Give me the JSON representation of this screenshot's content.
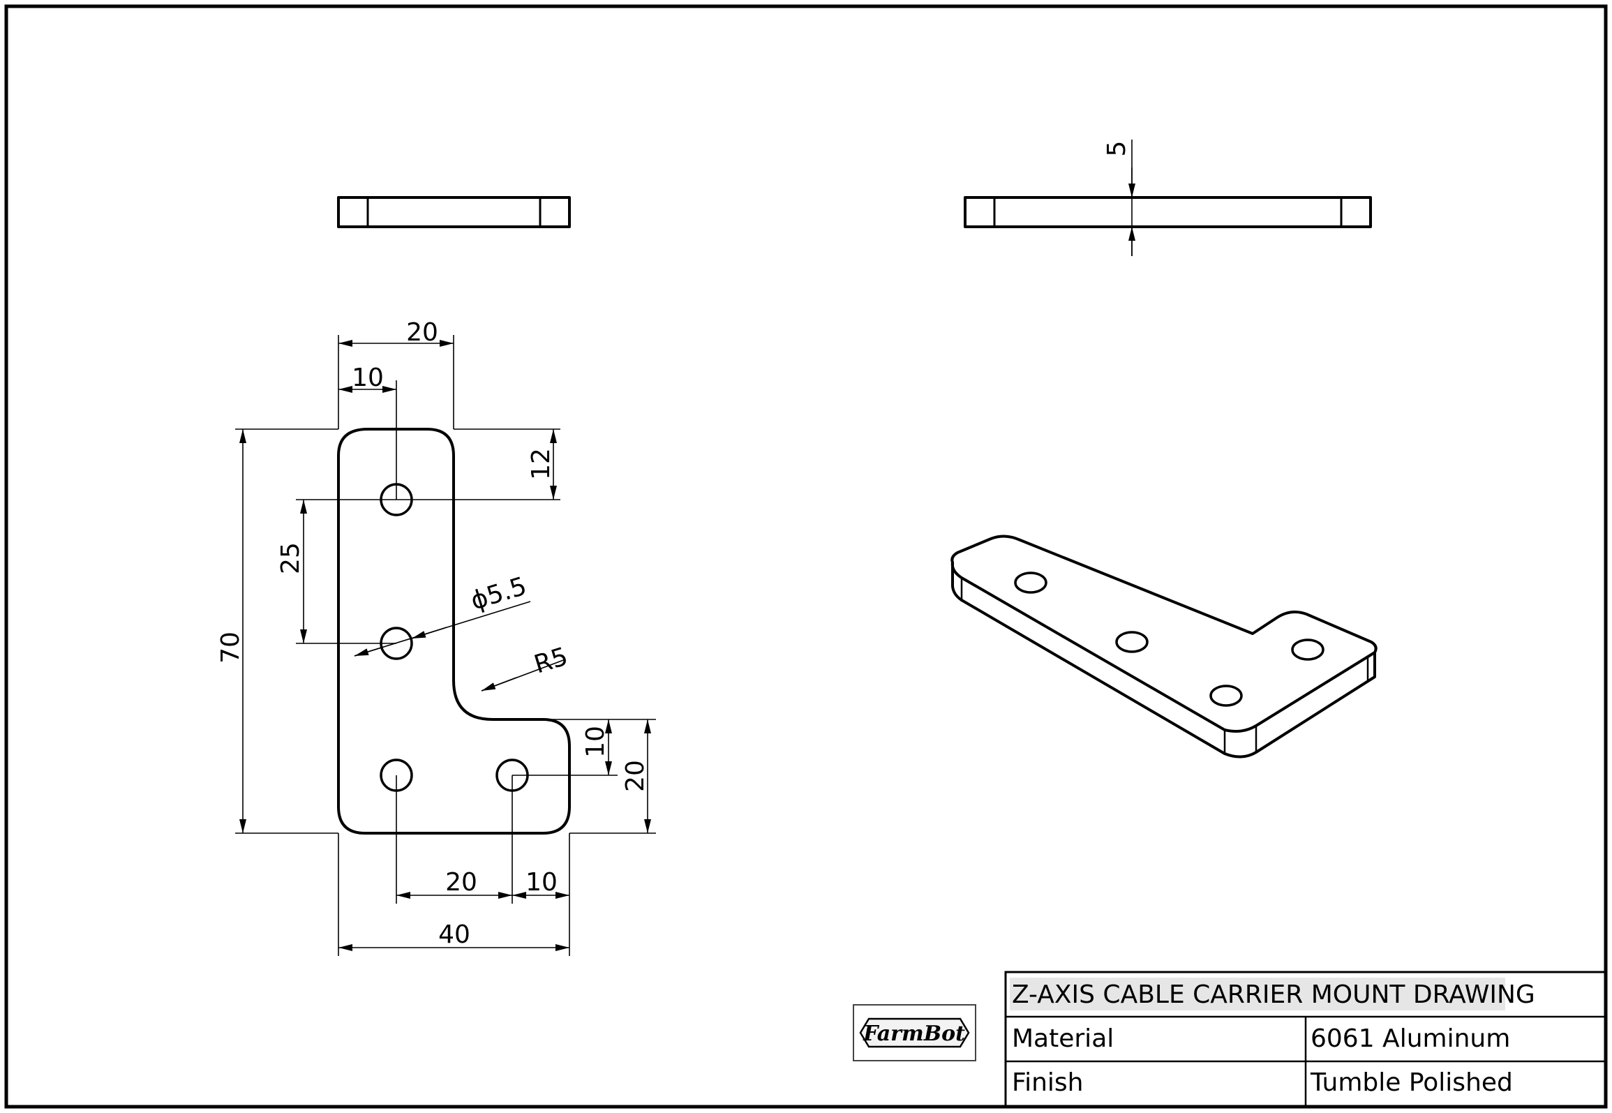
{
  "title_block": {
    "title": "Z-AXIS CABLE CARRIER MOUNT DRAWING",
    "material_label": "Material",
    "material_value": "6061 Aluminum",
    "finish_label": "Finish",
    "finish_value": "Tumble Polished"
  },
  "logo": {
    "text": "FarmBot"
  },
  "dimensions": {
    "thickness": "5",
    "width_top": "20",
    "offset_top": "10",
    "hole_top": "12",
    "hole_spacing": "25",
    "hole_diameter": "ϕ5.5",
    "fillet_radius": "R5",
    "overall_height": "70",
    "leg_hole": "10",
    "leg_height": "20",
    "bottom_spacing": "20",
    "bottom_offset": "10",
    "overall_width": "40"
  }
}
